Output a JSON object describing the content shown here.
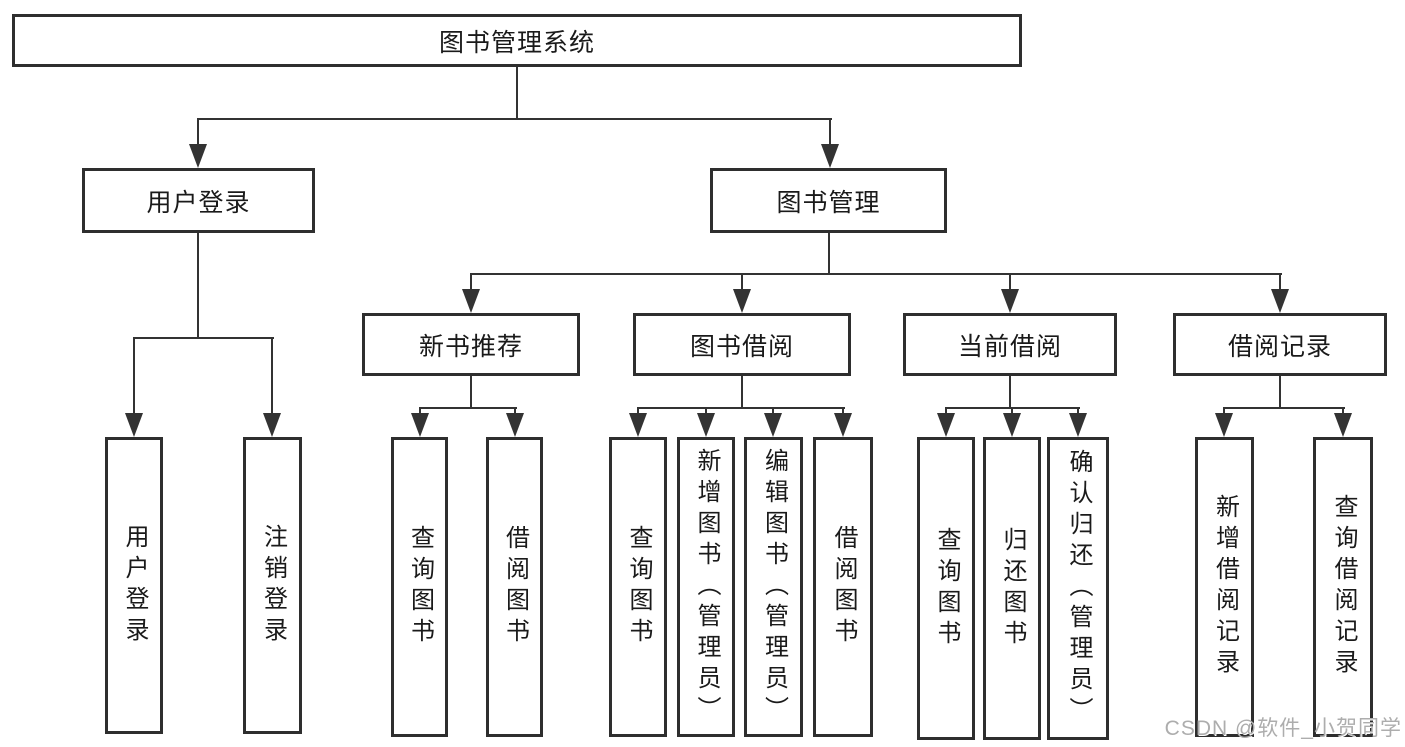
{
  "watermark": "CSDN @软件_小贺同学",
  "appearance": {
    "background": "#ffffff",
    "line_color": "#333333",
    "box_border_color": "#2e2e2e",
    "text_color": "#1a1a1a",
    "watermark_color": "#adadad"
  },
  "tree": {
    "root": "图书管理系统",
    "branches": [
      {
        "label": "用户登录",
        "children": [
          {
            "label": "用户登录"
          },
          {
            "label": "注销登录"
          }
        ]
      },
      {
        "label": "图书管理",
        "children": [
          {
            "label": "新书推荐",
            "children": [
              {
                "label": "查询图书"
              },
              {
                "label": "借阅图书"
              }
            ]
          },
          {
            "label": "图书借阅",
            "children": [
              {
                "label": "查询图书"
              },
              {
                "label": "新增图书（管理员）"
              },
              {
                "label": "编辑图书（管理员）"
              },
              {
                "label": "借阅图书"
              }
            ]
          },
          {
            "label": "当前借阅",
            "children": [
              {
                "label": "查询图书"
              },
              {
                "label": "归还图书"
              },
              {
                "label": "确认归还（管理员）"
              }
            ]
          },
          {
            "label": "借阅记录",
            "children": [
              {
                "label": "新增借阅记录"
              },
              {
                "label": "查询借阅记录"
              }
            ]
          }
        ]
      }
    ]
  }
}
